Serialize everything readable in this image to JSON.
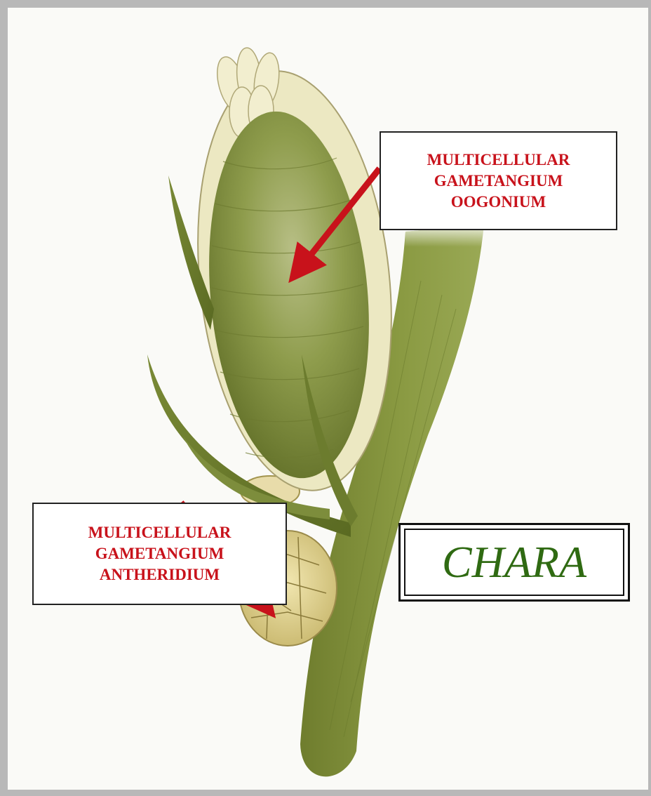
{
  "labels": {
    "oogonium": [
      "MULTICELLULAR",
      "GAMETANGIUM",
      "OOGONIUM"
    ],
    "antheridium": [
      "MULTICELLULAR",
      "GAMETANGIUM",
      "ANTHERIDIUM"
    ]
  },
  "title": "CHARA",
  "colors": {
    "label_text": "#c8121b",
    "arrow": "#c8121b",
    "title_text": "#2f6a12",
    "stem": "#7d8a3a",
    "oogonium": "#8a9a44",
    "sheath": "#e6e2b4"
  }
}
